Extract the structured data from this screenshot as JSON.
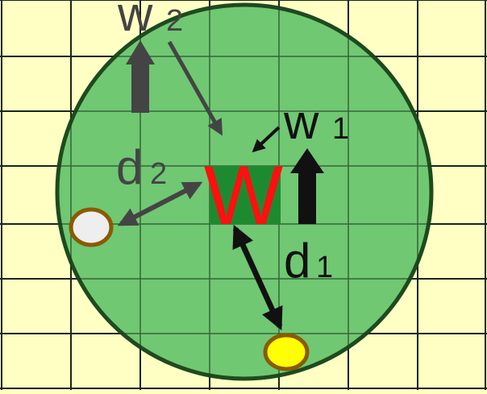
{
  "labels": {
    "center_w": "W",
    "w1_letter": "w",
    "w1_sub": "1",
    "w2_letter": "w",
    "w2_sub": "2",
    "d1_letter": "d",
    "d1_sub": "1",
    "d2_letter": "d",
    "d2_sub": "2"
  },
  "colors": {
    "background": "#ffffc4",
    "grid_line": "#111111",
    "circle_fill": "#70c873",
    "circle_stroke": "#1e4a1e",
    "center_cell": "#1e8a30",
    "center_w_text": "#ff1010",
    "white_node": "#eeeeee",
    "yellow_node": "#ffff00",
    "node_stroke": "#8a5a00",
    "dark_arrow": "#111111",
    "gray_arrow": "#444444"
  }
}
